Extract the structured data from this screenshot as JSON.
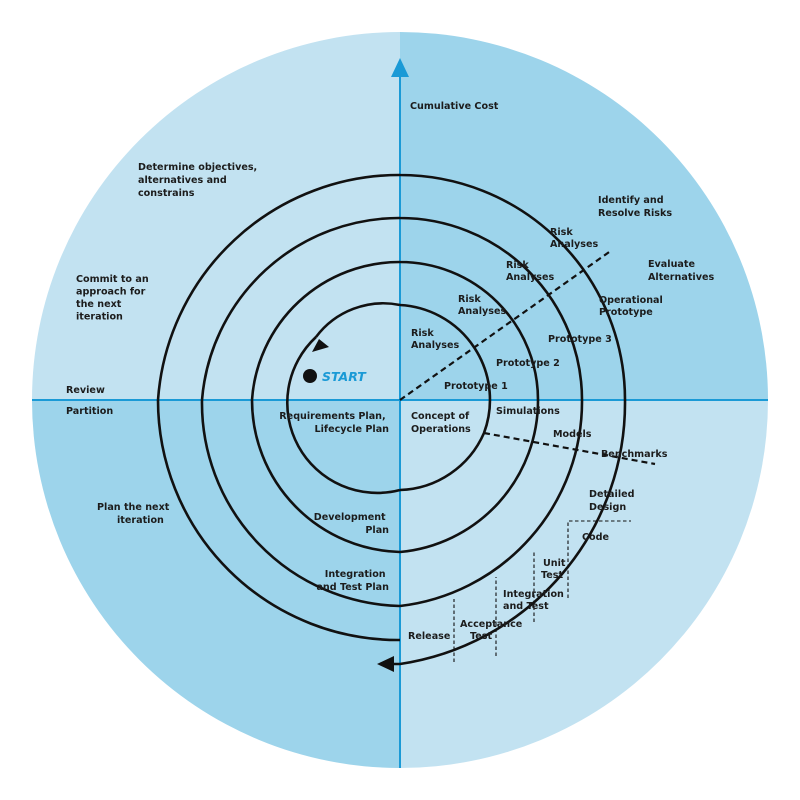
{
  "colors": {
    "quadrant_light": "#c2e2f1",
    "quadrant_dark": "#9dd4eb",
    "axis": "#1a9ad6",
    "spiral": "#111111",
    "start": "#1a9ad6",
    "text": "#1c1c1c"
  },
  "axis": {
    "cumulative_cost": "Cumulative Cost",
    "review": "Review",
    "partition": "Partition"
  },
  "start": "START",
  "quadrants": {
    "determine": [
      "Determine objectives,",
      "alternatives and",
      "constrains"
    ],
    "identify": [
      "Identify and",
      "Resolve Risks"
    ],
    "evaluate": [
      "Evaluate",
      "Alternatives"
    ],
    "commit": [
      "Commit to an",
      "approach for",
      "the next",
      "iteration"
    ],
    "plan_next": [
      "Plan the next",
      "iteration"
    ]
  },
  "risk_analyses": {
    "r1": [
      "Risk",
      "Analyses"
    ],
    "r2": [
      "Risk",
      "Analyses"
    ],
    "r3": [
      "Risk",
      "Analyses"
    ],
    "r4": [
      "Risk",
      "Analyses"
    ]
  },
  "prototypes": {
    "p1": "Prototype 1",
    "p2": "Prototype 2",
    "p3": "Prototype 3",
    "operational": [
      "Operational",
      "Prototype"
    ]
  },
  "plans": {
    "requirements": [
      "Requirements Plan,",
      "Lifecycle Plan"
    ],
    "development": [
      "Development",
      "Plan"
    ],
    "integration": [
      "Integration",
      "and Test Plan"
    ]
  },
  "engineering": {
    "concept": [
      "Concept of",
      "Operations"
    ],
    "simulations": "Simulations",
    "models": "Models",
    "benchmarks": "Benchmarks",
    "detailed_design": [
      "Detailed",
      "Design"
    ],
    "code": "Code",
    "unit_test": [
      "Unit",
      "Test"
    ],
    "integration_test": [
      "Integration",
      "and Test"
    ],
    "acceptance_test": [
      "Acceptance",
      "Test"
    ],
    "release": "Release"
  }
}
